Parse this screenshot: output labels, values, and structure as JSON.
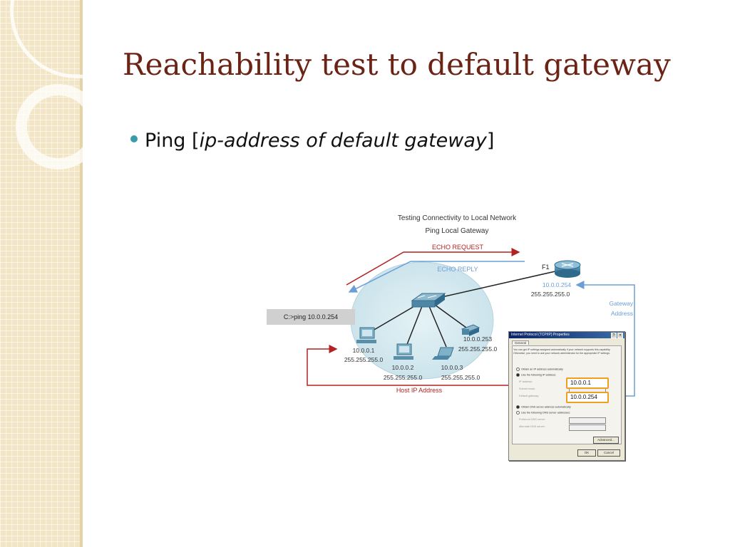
{
  "slide": {
    "title": "Reachability test to default gateway",
    "bullet": {
      "prefix": "Ping [",
      "italic": "ip-address of default gateway",
      "suffix": "]"
    },
    "colors": {
      "title": "#6b2316",
      "bullet": "#3b9aab",
      "sidebar": "#f2e6c6"
    }
  },
  "diagram": {
    "title_line1": "Testing Connectivity to Local Network",
    "title_line2": "Ping Local Gateway",
    "echo_request": "ECHO REQUEST",
    "echo_reply": "ECHO REPLY",
    "command": "C:>ping 10.0.0.254",
    "router": {
      "name": "F1",
      "ip": "10.0.0.254",
      "mask": "255.255.255.0"
    },
    "gateway_label_1": "Gateway",
    "gateway_label_2": "Address",
    "host_ip_label": "Host IP Address",
    "hosts": [
      {
        "ip": "10.0.0.1",
        "mask": "255.255.255.0",
        "icon": "desktop-computer-icon"
      },
      {
        "ip": "10.0.0.2",
        "mask": "255.255.255.0",
        "icon": "desktop-computer-icon"
      },
      {
        "ip": "10.0.0.3",
        "mask": "255.255.255.0",
        "icon": "laptop-icon"
      },
      {
        "ip": "10.0.0.253",
        "mask": "255.255.255.0",
        "icon": "printer-icon"
      }
    ],
    "colors": {
      "request": "#b22222",
      "reply": "#6a9fd6",
      "highlight": "#f0a020"
    }
  },
  "dialog": {
    "title": "Internet Protocol (TCP/IP) Properties",
    "tab": "General",
    "intro": "You can get IP settings assigned automatically if your network supports this capability. Otherwise, you need to ask your network administrator for the appropriate IP settings.",
    "opt_auto_ip": "Obtain an IP address automatically",
    "opt_manual_ip": "Use the following IP address:",
    "label_ip": "IP address:",
    "label_mask": "Subnet mask:",
    "label_gateway": "Default gateway:",
    "ip_value": "10.0.0.1",
    "gateway_value": "10.0.0.254",
    "opt_auto_dns": "Obtain DNS server address automatically",
    "opt_manual_dns": "Use the following DNS server addresses:",
    "label_pref_dns": "Preferred DNS server:",
    "label_alt_dns": "Alternate DNS server:",
    "advanced": "Advanced...",
    "ok": "OK",
    "cancel": "Cancel",
    "help_glyph": "?",
    "close_glyph": "×"
  }
}
